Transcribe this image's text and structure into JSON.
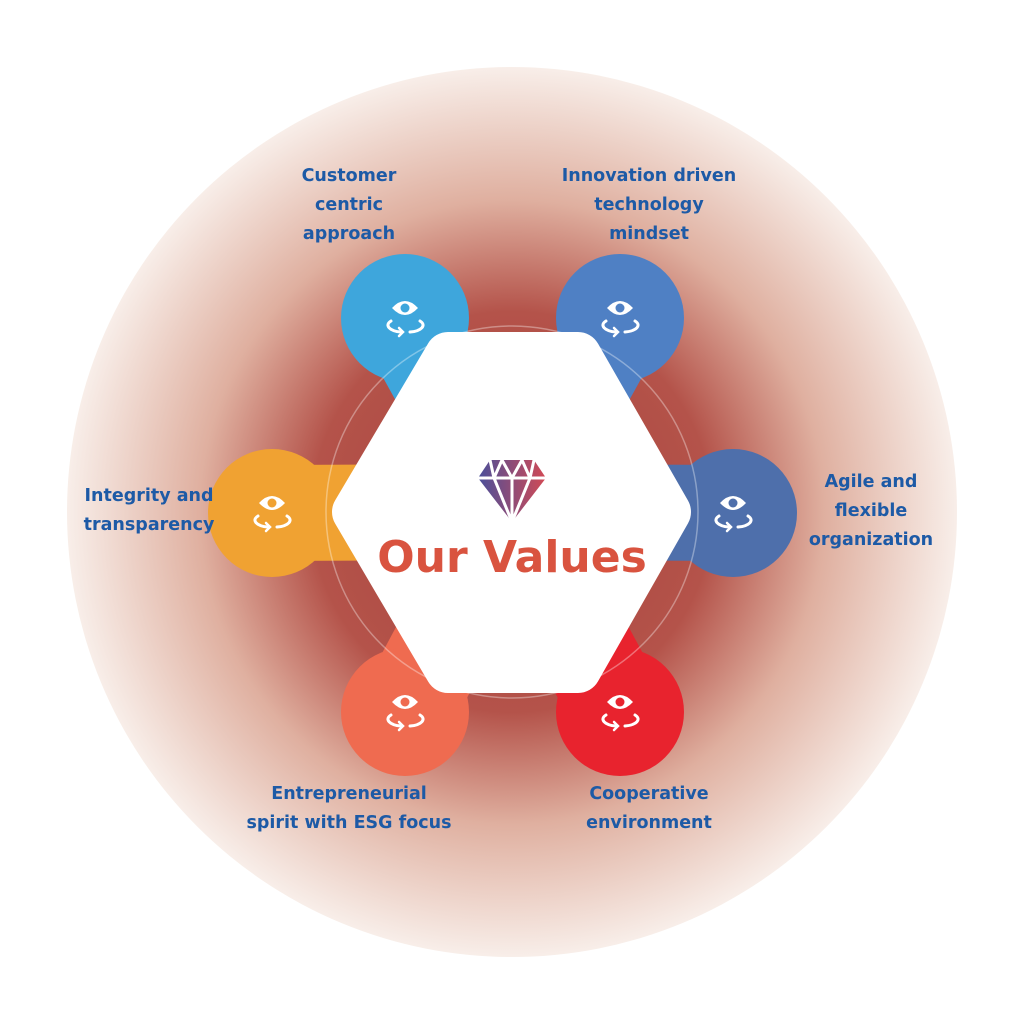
{
  "title": "Our Values",
  "center_icon": "diamond-icon",
  "petal_icon": "eye-rotate-icon",
  "colors": {
    "title": "#d9533f",
    "label": "#1d5aa6",
    "glow_inner": "#b4534a",
    "glow_outer": "#f8eee9"
  },
  "values": [
    {
      "label_lines": [
        "Customer",
        "centric",
        "approach"
      ],
      "color": "#3ea6dc"
    },
    {
      "label_lines": [
        "Innovation driven",
        "technology",
        "mindset"
      ],
      "color": "#4f80c4"
    },
    {
      "label_lines": [
        "Agile and",
        "flexible",
        "organization"
      ],
      "color": "#4e6fab"
    },
    {
      "label_lines": [
        "Cooperative",
        "environment"
      ],
      "color": "#e8232e"
    },
    {
      "label_lines": [
        "Entrepreneurial",
        "spirit with ESG focus"
      ],
      "color": "#ef6b50"
    },
    {
      "label_lines": [
        "Integrity and",
        "transparency"
      ],
      "color": "#f0a232"
    }
  ]
}
